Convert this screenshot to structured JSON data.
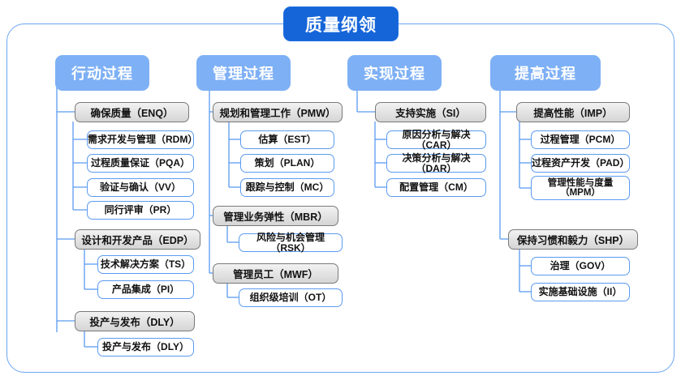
{
  "diagram": {
    "root": {
      "label": "质量纲领"
    },
    "frame_color": "#6aa6f2",
    "root_color": "#1565d8",
    "column_color": "#7eb0f5",
    "group_border_color": "#7a7a7a",
    "leaf_border_color": "#5b9bf0",
    "connector_color": "#5b9bf0",
    "columns": [
      {
        "label": "行动过程",
        "groups": [
          {
            "label": "确保质量（ENQ）",
            "items": [
              {
                "label": "需求开发与管理（RDM）"
              },
              {
                "label": "过程质量保证（PQA）"
              },
              {
                "label": "验证与确认（VV）"
              },
              {
                "label": "同行评审（PR）"
              }
            ]
          },
          {
            "label": "设计和开发产品（EDP）",
            "items": [
              {
                "label": "技术解决方案（TS）"
              },
              {
                "label": "产品集成（PI）"
              }
            ]
          },
          {
            "label": "投产与发布（DLY）",
            "items": [
              {
                "label": "投产与发布（DLY）"
              }
            ]
          }
        ]
      },
      {
        "label": "管理过程",
        "groups": [
          {
            "label": "规划和管理工作（PMW）",
            "items": [
              {
                "label": "估算（EST）"
              },
              {
                "label": "策划（PLAN）"
              },
              {
                "label": "跟踪与控制（MC）"
              }
            ]
          },
          {
            "label": "管理业务弹性（MBR）",
            "items": [
              {
                "label": "风险与机会管理（RSK）"
              }
            ]
          },
          {
            "label": "管理员工（MWF）",
            "items": [
              {
                "label": "组织级培训（OT）"
              }
            ]
          }
        ]
      },
      {
        "label": "实现过程",
        "groups": [
          {
            "label": "支持实施（SI）",
            "items": [
              {
                "label": "原因分析与解决（CAR）"
              },
              {
                "label": "决策分析与解决（DAR）"
              },
              {
                "label": "配置管理（CM）"
              }
            ]
          }
        ]
      },
      {
        "label": "提高过程",
        "groups": [
          {
            "label": "提高性能（IMP）",
            "items": [
              {
                "label": "过程管理（PCM）"
              },
              {
                "label": "过程资产开发（PAD）"
              },
              {
                "label": "管理性能与度量\n（MPM）"
              }
            ]
          },
          {
            "label": "保持习惯和毅力（SHP）",
            "items": [
              {
                "label": "治理（GOV）"
              },
              {
                "label": "实施基础设施（II）"
              }
            ]
          }
        ]
      }
    ]
  }
}
